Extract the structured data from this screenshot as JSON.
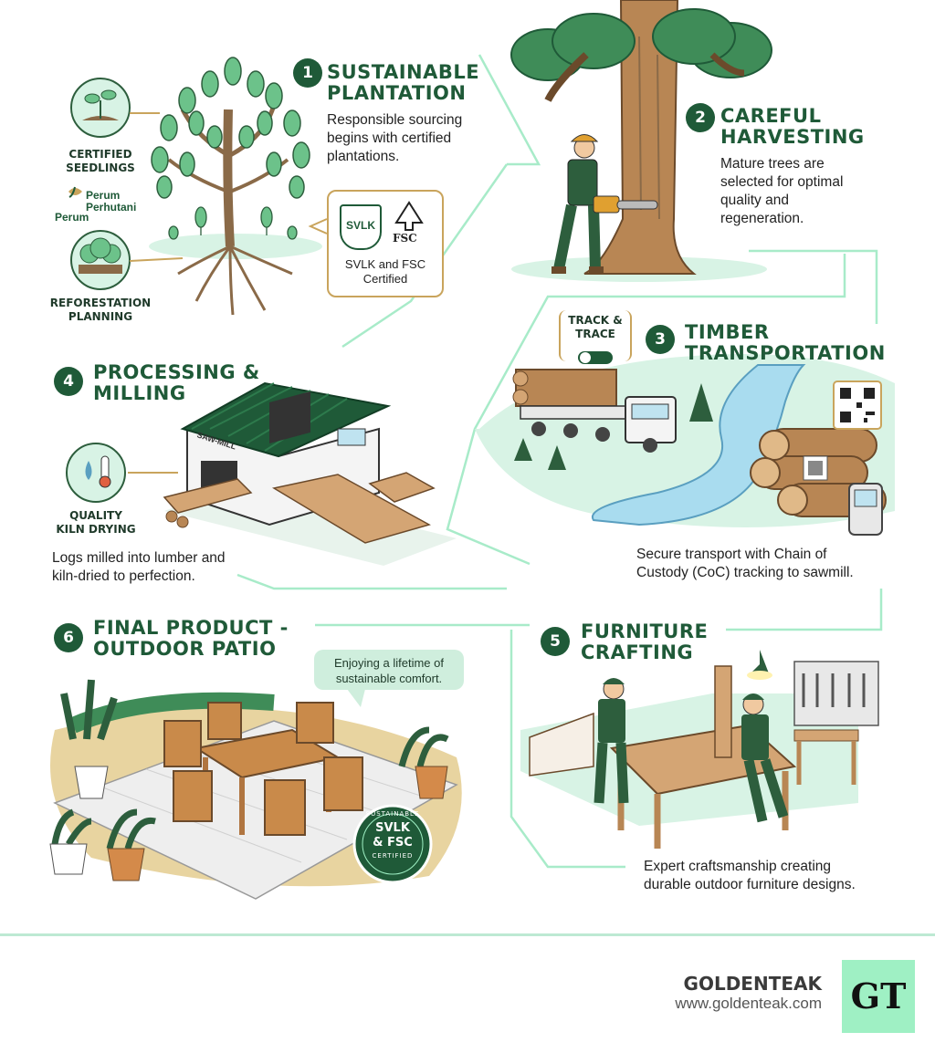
{
  "steps": [
    {
      "num": "1",
      "title_line1": "SUSTAINABLE",
      "title_line2": "PLANTATION",
      "desc_line1": "Responsible sourcing",
      "desc_line2": "begins with certified",
      "desc_line3": "plantations."
    },
    {
      "num": "2",
      "title_line1": "CAREFUL",
      "title_line2": "HARVESTING",
      "desc_line1": "Mature trees are",
      "desc_line2": "selected for optimal",
      "desc_line3": "quality and",
      "desc_line4": "regeneration."
    },
    {
      "num": "3",
      "title_line1": "TIMBER",
      "title_line2": "TRANSPORTATION",
      "desc_line1": "Secure transport with Chain of",
      "desc_line2": "Custody (CoC) tracking to sawmill."
    },
    {
      "num": "4",
      "title_line1": "PROCESSING &",
      "title_line2": "MILLING",
      "desc_line1": "Logs milled into lumber and",
      "desc_line2": "kiln-dried to perfection."
    },
    {
      "num": "5",
      "title_line1": "FURNITURE",
      "title_line2": "CRAFTING",
      "desc_line1": "Expert craftsmanship creating",
      "desc_line2": "durable outdoor furniture designs."
    },
    {
      "num": "6",
      "title_line1": "FINAL PRODUCT -",
      "title_line2": "OUTDOOR PATIO"
    }
  ],
  "plantation": {
    "seedlings_line1": "CERTIFIED",
    "seedlings_line2": "SEEDLINGS",
    "perum_line1": "Perum",
    "perum_line2": "Perhutani",
    "perum_left": "Perum",
    "reforest_line1": "REFORESTATION",
    "reforest_line2": "PLANNING",
    "svlk_logo": "SVLK",
    "fsc_logo": "FSC",
    "cert_line1": "SVLK and FSC",
    "cert_line2": "Certified"
  },
  "transport": {
    "track_line1": "TRACK &",
    "track_line2": "TRACE"
  },
  "mill": {
    "kiln_line1": "QUALITY",
    "kiln_line2": "KILN DRYING",
    "sign": "SAW-MILL"
  },
  "patio": {
    "bubble_line1": "Enjoying a lifetime of",
    "bubble_line2": "sustainable comfort.",
    "badge_top": "SUSTAINABLE",
    "badge_line1": "SVLK",
    "badge_line2": "& FSC",
    "badge_bottom": "CERTIFIED"
  },
  "brand": {
    "name": "GOLDENTEAK",
    "url": "www.goldenteak.com",
    "logo": "GT"
  },
  "colors": {
    "dark_green": "#1f5a38",
    "mint": "#9ff0c4",
    "light_mint": "#d8f3e5",
    "gold": "#c9a45c",
    "wood": "#b88654",
    "river": "#a9dcef"
  }
}
